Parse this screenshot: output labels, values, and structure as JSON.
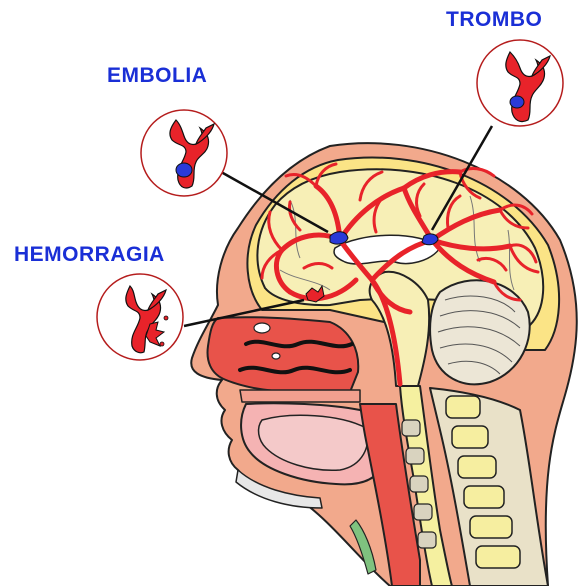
{
  "labels": {
    "trombo": "TROMBO",
    "embolia": "EMBOLIA",
    "hemorragia": "HEMORRAGIA"
  },
  "colors": {
    "label": "#1a2fd6",
    "artery": "#e8232a",
    "clot": "#2a3ad8",
    "skin": "#f2a98c",
    "brain": "#f7efb6",
    "cerebellum": "#ece6d6",
    "nasal": "#e8534a",
    "spine": "#f5f0a0",
    "skull": "#fbe486"
  },
  "icons": {
    "trombo": "thrombus-vessel-icon",
    "embolia": "embolus-vessel-icon",
    "hemorragia": "hemorrhage-vessel-icon"
  }
}
